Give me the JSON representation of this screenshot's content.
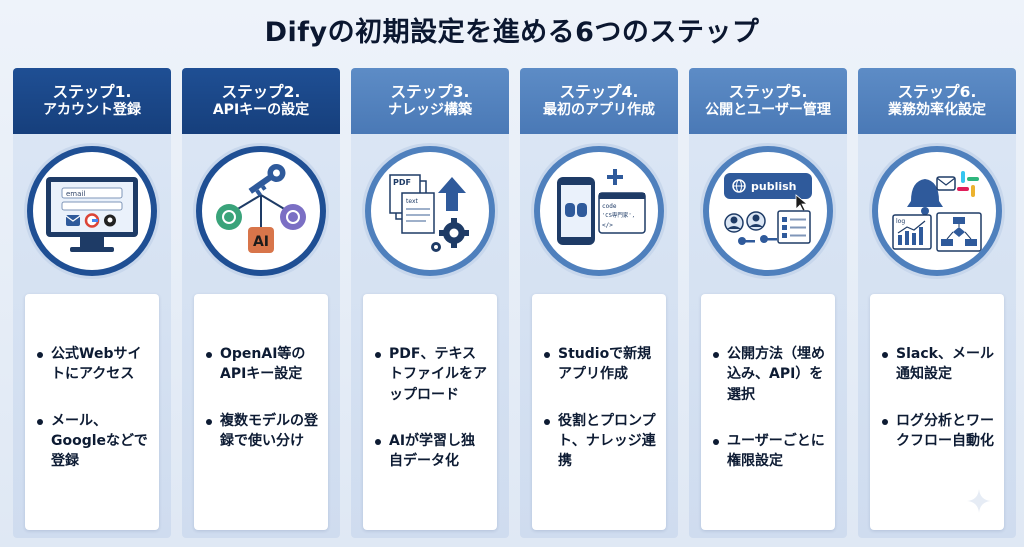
{
  "title": "Difyの初期設定を進める6つのステップ",
  "steps": [
    {
      "head1": "ステップ1.",
      "head2": "アカウント登録",
      "icon": "monitor-login-icon",
      "icon_text": [
        "email"
      ],
      "bullets": [
        "公式Webサイトにアクセス",
        "メール、Googleなどで登録"
      ]
    },
    {
      "head1": "ステップ2.",
      "head2": "APIキーの設定",
      "icon": "api-key-icon",
      "icon_text": [
        "AI"
      ],
      "bullets": [
        "OpenAI等のAPIキー設定",
        "複数モデルの登録で使い分け"
      ]
    },
    {
      "head1": "ステップ3.",
      "head2": "ナレッジ構築",
      "icon": "knowledge-upload-icon",
      "icon_text": [
        "PDF",
        "text"
      ],
      "bullets": [
        "PDF、テキストファイルをアップロード",
        "AIが学習し独自データ化"
      ]
    },
    {
      "head1": "ステップ4.",
      "head2": "最初のアプリ作成",
      "icon": "app-create-icon",
      "icon_text": [
        "code",
        "'CS専門家',",
        "</>"
      ],
      "bullets": [
        "Studioで新規アプリ作成",
        "役割とプロンプト、ナレッジ連携"
      ]
    },
    {
      "head1": "ステップ5.",
      "head2": "公開とユーザー管理",
      "icon": "publish-users-icon",
      "icon_text": [
        "publish"
      ],
      "bullets": [
        "公開方法（埋め込み、API）を選択",
        "ユーザーごとに権限設定"
      ]
    },
    {
      "head1": "ステップ6.",
      "head2": "業務効率化設定",
      "icon": "notification-workflow-icon",
      "icon_text": [
        "log"
      ],
      "bullets": [
        "Slack、メール通知設定",
        "ログ分析とワークフロー自動化"
      ]
    }
  ],
  "colors": {
    "header_dark": "#1f4f94",
    "header_light": "#4f80bd",
    "accent_orange": "#d8754a",
    "accent_green": "#3aa37a"
  }
}
